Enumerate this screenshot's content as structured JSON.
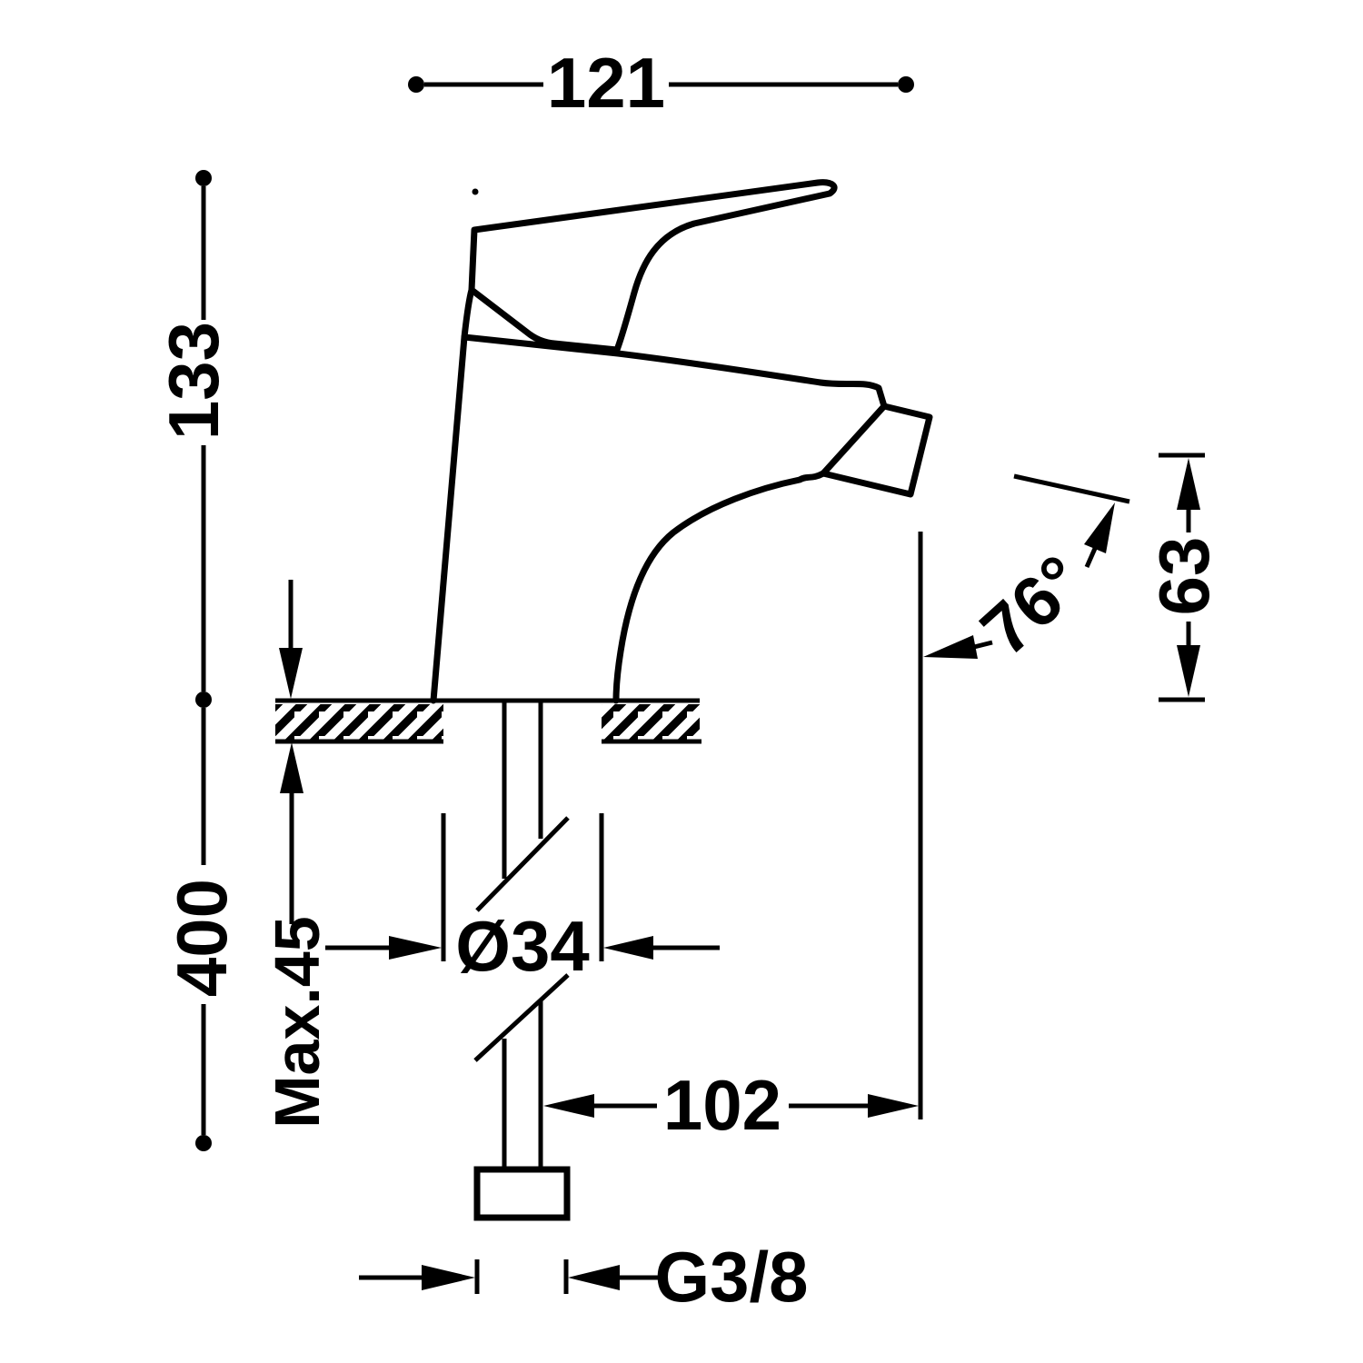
{
  "drawing": {
    "type": "faucet-installation-dimension-drawing",
    "background_color": "#ffffff",
    "ink_color": "#000000",
    "dimensions": {
      "overall_width": {
        "label": "121",
        "value": 121
      },
      "body_height": {
        "label": "133",
        "value": 133
      },
      "hose_length": {
        "label": "400",
        "value": 400
      },
      "deck_thickness": {
        "label": "Max.45",
        "max_value": 45
      },
      "shank_diameter": {
        "label": "Ø34",
        "value": 34
      },
      "spout_reach": {
        "label": "102",
        "value": 102
      },
      "thread": {
        "label": "G3/8"
      },
      "spout_height": {
        "label": "63",
        "value": 63
      },
      "spout_angle": {
        "label": "76°",
        "value": 76
      }
    }
  }
}
